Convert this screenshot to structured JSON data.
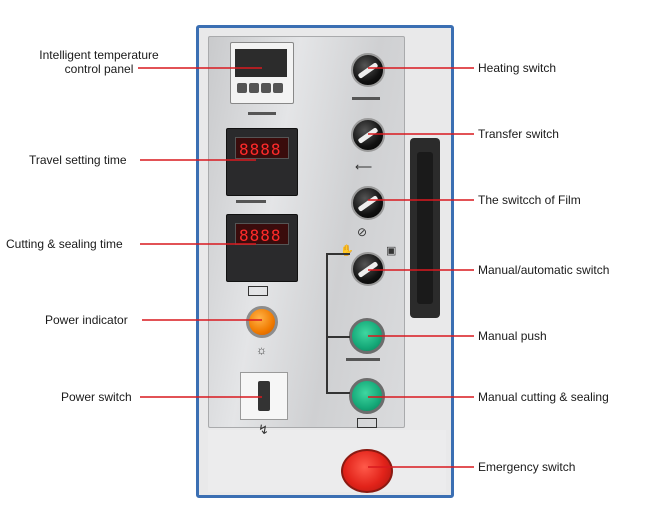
{
  "labels": {
    "temp_panel_line1": "Intelligent temperature",
    "temp_panel_line2": "control panel",
    "travel_time": "Travel setting time",
    "cutting_time": "Cutting & sealing time",
    "power_indicator": "Power indicator",
    "power_switch": "Power switch",
    "heating_switch": "Heating switch",
    "transfer_switch": "Transfer switch",
    "film_switch": "The switcch of Film",
    "manual_auto_switch": "Manual/automatic switch",
    "manual_push": "Manual push",
    "manual_cutting": "Manual cutting & sealing",
    "emergency_switch": "Emergency switch"
  },
  "colors": {
    "leader_line": "#d9191f",
    "cabinet_border": "#3b6fb3",
    "push_button": "#15a878",
    "emergency": "#e2231a",
    "indicator": "#f07a00"
  }
}
